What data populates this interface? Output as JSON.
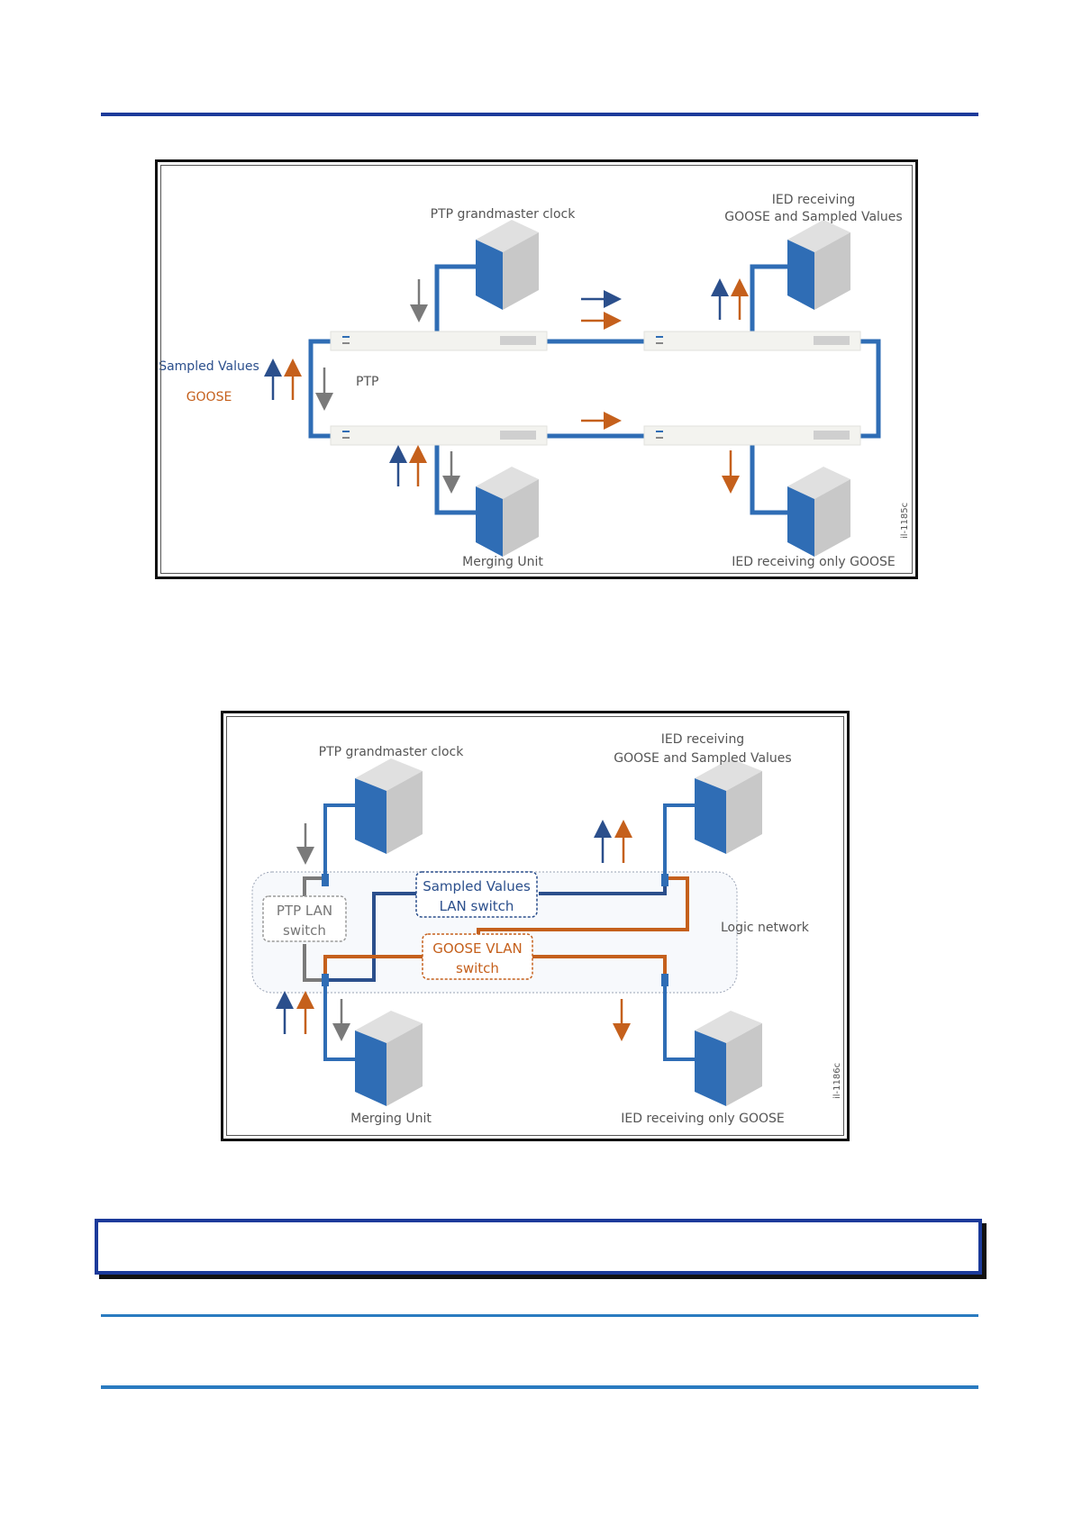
{
  "figure1": {
    "ptp_clock_label": "PTP grandmaster clock",
    "ied_both_line1": "IED receiving",
    "ied_both_line2": "GOOSE and Sampled Values",
    "sampled_values_label": "Sampled Values",
    "goose_label": "GOOSE",
    "ptp_label": "PTP",
    "merging_unit_label": "Merging Unit",
    "ied_goose_label": "IED receiving only GOOSE",
    "figure_id": "il-1185c"
  },
  "figure2": {
    "ptp_clock_label": "PTP grandmaster clock",
    "ied_both_line1": "IED receiving",
    "ied_both_line2": "GOOSE and Sampled Values",
    "sv_switch_line1": "Sampled Values",
    "sv_switch_line2": "LAN switch",
    "ptp_switch_line1": "PTP LAN",
    "ptp_switch_line2": "switch",
    "goose_switch_line1": "GOOSE VLAN",
    "goose_switch_line2": "switch",
    "logic_network_label": "Logic network",
    "merging_unit_label": "Merging Unit",
    "ied_goose_label": "IED receiving only GOOSE",
    "figure_id": "il-1186c"
  },
  "colors": {
    "blue": "#2f6db5",
    "navy": "#2b4f8c",
    "orange": "#c5601c",
    "gray": "#7a7a7a",
    "rule": "#1c3a9a"
  }
}
